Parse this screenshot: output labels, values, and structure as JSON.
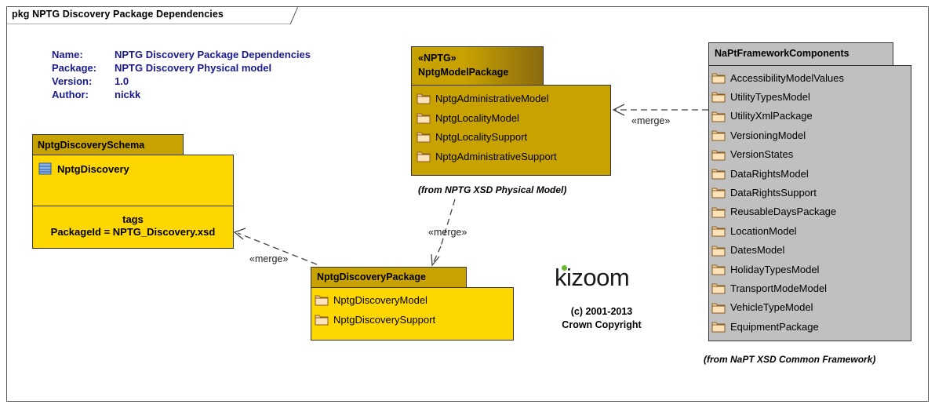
{
  "diagram": {
    "frame_title": "pkg NPTG Discovery Package Dependencies",
    "metadata": [
      {
        "key": "Name:",
        "value": "NPTG Discovery Package Dependencies"
      },
      {
        "key": "Package:",
        "value": "NPTG Discovery Physical model"
      },
      {
        "key": "Version:",
        "value": "1.0"
      },
      {
        "key": "Author:",
        "value": "nickk"
      }
    ],
    "schema": {
      "name": "NptgDiscoverySchema",
      "item": "NptgDiscovery",
      "tags_header": "tags",
      "tag_value": "PackageId = NPTG_Discovery.xsd"
    },
    "model_package": {
      "stereotype": "«NPTG»",
      "name": "NptgModelPackage",
      "items": [
        "NptgAdministrativeModel",
        "NptgLocalityModel",
        "NptgLocalitySupport",
        "NptgAdministrativeSupport"
      ],
      "caption": "(from NPTG XSD Physical Model)"
    },
    "discovery_package": {
      "name": "NptgDiscoveryPackage",
      "items": [
        "NptgDiscoveryModel",
        "NptgDiscoverySupport"
      ]
    },
    "framework": {
      "name": "NaPtFrameworkComponents",
      "items": [
        "AccessibilityModelValues",
        "UtilityTypesModel",
        "UtilityXmlPackage",
        "VersioningModel",
        "VersionStates",
        "DataRightsModel",
        "DataRightsSupport",
        "ReusableDaysPackage",
        "LocationModel",
        "DatesModel",
        "HolidayTypesModel",
        "TransportModeModel",
        "VehicleTypeModel",
        "EquipmentPackage"
      ],
      "caption": "(from NaPT XSD Common Framework)"
    },
    "merge_labels": [
      "«merge»",
      "«merge»",
      "«merge»"
    ],
    "logo": {
      "text": "kizoom"
    },
    "copyright": [
      "(c) 2001-2013",
      "Crown Copyright"
    ],
    "colors": {
      "yellow": "#ffd700",
      "gold": "#c8a200",
      "gray": "#c0c0c0",
      "meta_text": "#1a1a8c",
      "logo_dot": "#69b72f"
    }
  }
}
